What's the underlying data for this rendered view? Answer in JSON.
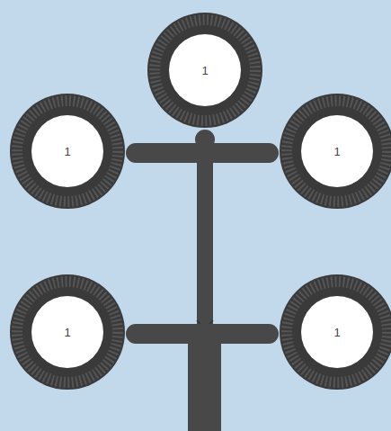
{
  "diagram": {
    "nodes": [
      {
        "text": [
          "1"
        ]
      },
      {
        "text": [
          "1"
        ]
      },
      {
        "text": [
          "1"
        ]
      },
      {
        "text": [
          "1"
        ]
      },
      {
        "text": [
          "1"
        ]
      }
    ],
    "edges": [
      {
        "from": 1,
        "to": 2,
        "arrow": "none"
      },
      {
        "from": 3,
        "to": 4,
        "arrow": "none"
      }
    ]
  }
}
